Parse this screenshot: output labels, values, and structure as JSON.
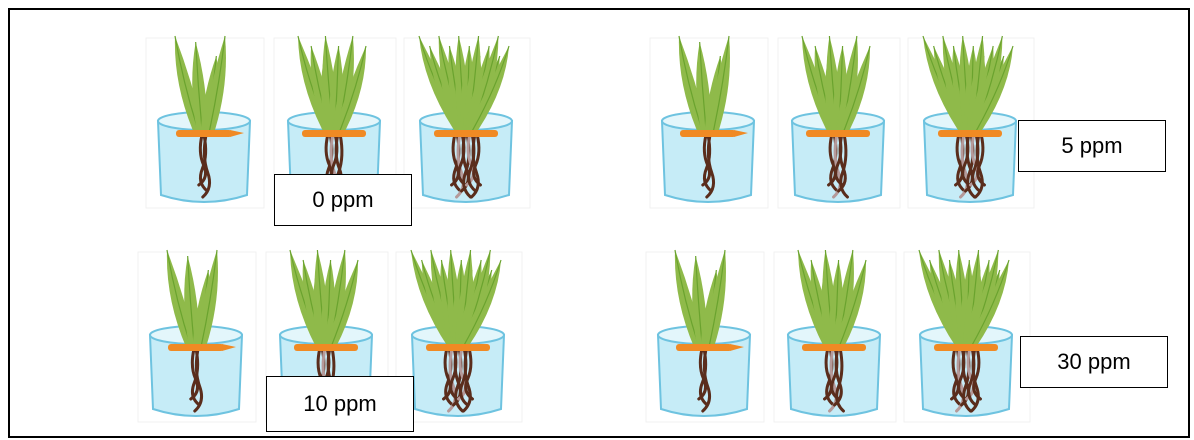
{
  "groups": [
    {
      "id": "g0",
      "label": "0 ppm"
    },
    {
      "id": "g5",
      "label": "5 ppm"
    },
    {
      "id": "g10",
      "label": "10 ppm"
    },
    {
      "id": "g30",
      "label": "30 ppm"
    }
  ],
  "colors": {
    "leaf": "#8fba4a",
    "leaf_vein": "#6aa32e",
    "water": "#c6ecf7",
    "water_top": "#e3f6fb",
    "glass_edge": "#6ec3e0",
    "band": "#f08a24",
    "root": "#5a2d1c",
    "root_light": "#b59a9a"
  }
}
